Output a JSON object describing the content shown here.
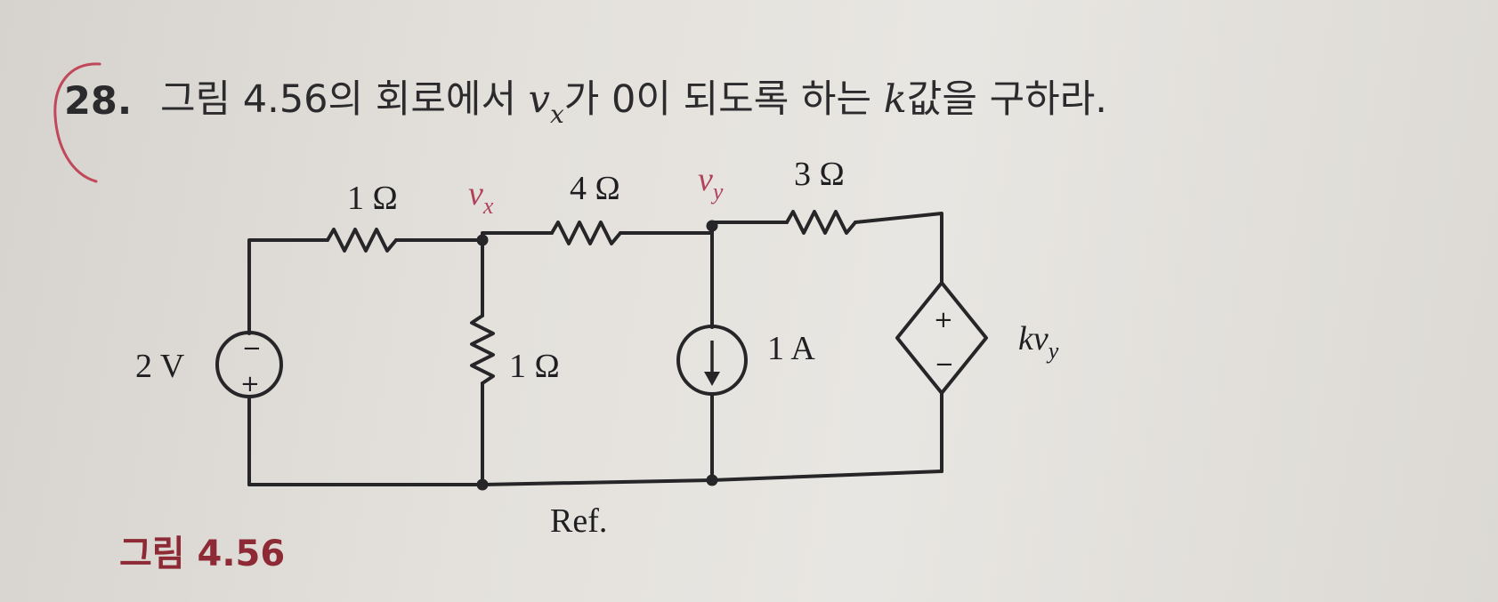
{
  "question": {
    "number": "28.",
    "text_prefix": "그림 4.56의 회로에서 ",
    "var_main": "v",
    "var_sub": "x",
    "text_mid": "가 0이 되도록 하는 ",
    "k": "k",
    "text_suffix": "값을 구하라."
  },
  "circuit": {
    "resistor_1": "1 Ω",
    "resistor_4": "4 Ω",
    "resistor_3": "3 Ω",
    "resistor_shunt": "1 Ω",
    "node_vx": {
      "main": "v",
      "sub": "x"
    },
    "node_vy": {
      "main": "v",
      "sub": "y"
    },
    "voltage_source": "2 V",
    "current_source": "1 A",
    "dependent_source": {
      "main": "kv",
      "sub": "y"
    },
    "plus": "+",
    "minus": "−",
    "reference": "Ref."
  },
  "caption": "그림 4.56",
  "colors": {
    "ink": "#262628",
    "node_label": "#b0435a",
    "caption": "#8e2a35",
    "circle_mark": "#c0485a"
  }
}
